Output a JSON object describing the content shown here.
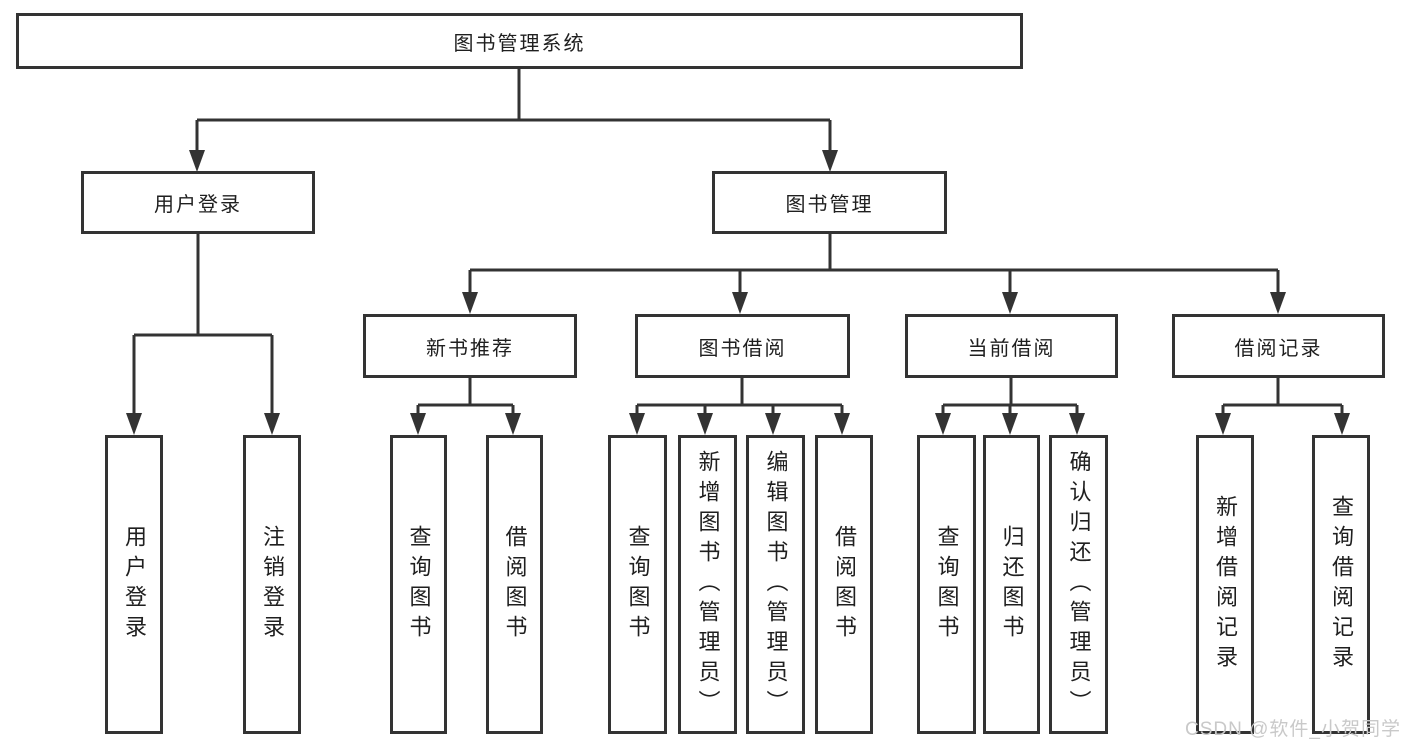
{
  "tree": {
    "root": "图书管理系统",
    "branches": [
      {
        "label": "用户登录",
        "children": [
          "用户登录",
          "注销登录"
        ]
      },
      {
        "label": "图书管理",
        "sections": [
          {
            "label": "新书推荐",
            "children": [
              "查询图书",
              "借阅图书"
            ]
          },
          {
            "label": "图书借阅",
            "children": [
              "查询图书",
              "新增图书（管理员）",
              "编辑图书（管理员）",
              "借阅图书"
            ]
          },
          {
            "label": "当前借阅",
            "children": [
              "查询图书",
              "归还图书",
              "确认归还（管理员）"
            ]
          },
          {
            "label": "借阅记录",
            "children": [
              "新增借阅记录",
              "查询借阅记录"
            ]
          }
        ]
      }
    ]
  },
  "watermark": {
    "text": "CSDN @软件_小贺同学"
  },
  "colors": {
    "line": "#333333",
    "box_border": "#333333",
    "background": "#ffffff",
    "watermark": "#c9c9c9"
  }
}
